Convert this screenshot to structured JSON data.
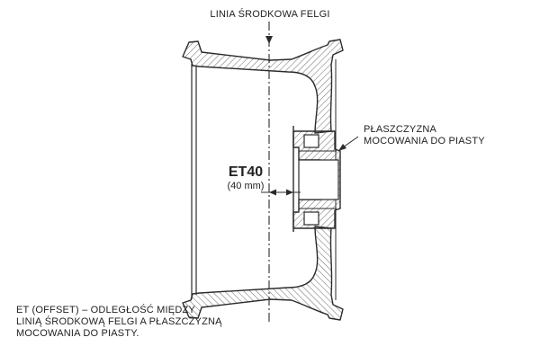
{
  "labels": {
    "centerline": "LINIA ŚRODKOWA FELGI",
    "hub_plane": [
      "PŁASZCZYZNA",
      "MOCOWANIA DO PIASTY"
    ],
    "et_value": "ET40",
    "et_mm": "(40 mm)",
    "caption": [
      "ET (OFFSET) – ODLEGŁOŚĆ MIĘDZY",
      "LINIĄ ŚRODKOWĄ FELGI A PŁASZCZYZNĄ",
      "MOCOWANIA DO PIASTY."
    ]
  },
  "colors": {
    "stroke": "#2b2b2b",
    "hatch": "#6a6a6a",
    "background": "#ffffff"
  }
}
